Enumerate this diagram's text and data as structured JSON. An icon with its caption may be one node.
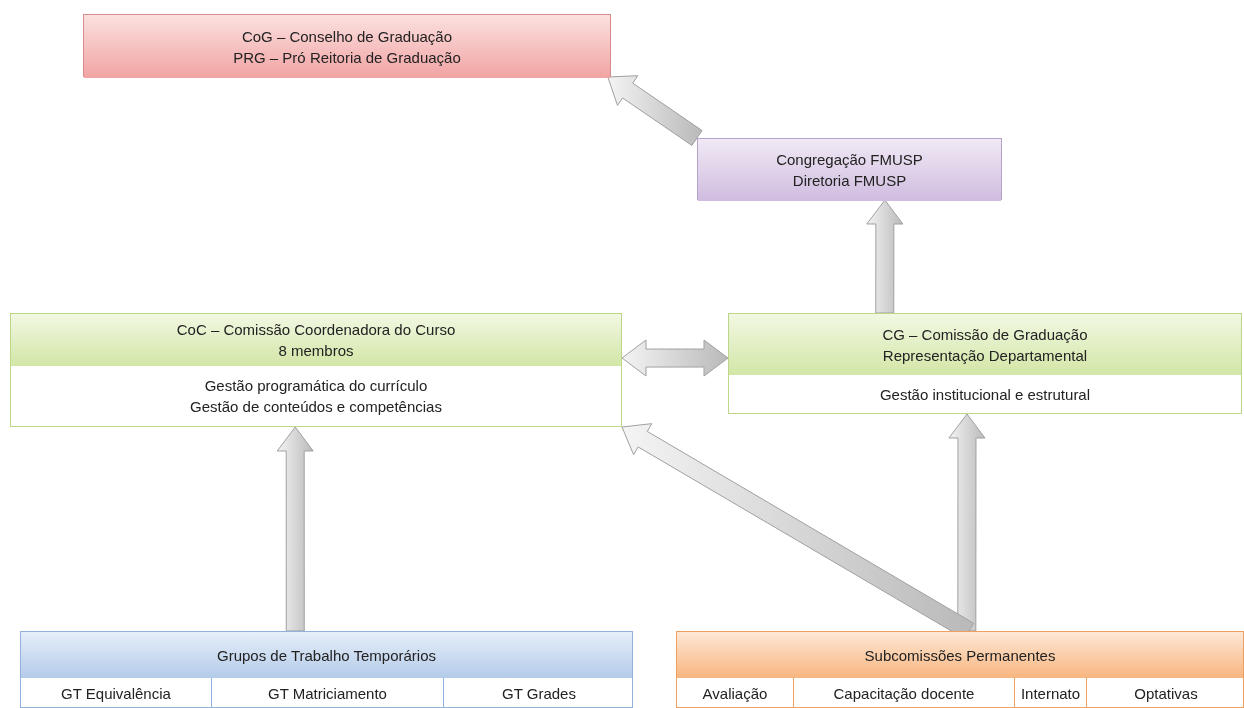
{
  "diagram": {
    "nodes": [
      {
        "text": [
          "CoG – Conselho de Graduação",
          "PRG – Pró Reitoria de Graduação"
        ]
      },
      {
        "text": [
          "Congregação FMUSP",
          "Diretoria FMUSP"
        ]
      },
      {
        "text": [
          "CoC – Comissão Coordenadora do Curso",
          "8 membros",
          "Gestão programática do currículo",
          "Gestão de conteúdos e competências"
        ]
      },
      {
        "text": [
          "CG – Comissão de Graduação",
          "Representação Departamental",
          "Gestão institucional e estrutural"
        ]
      },
      {
        "text": [
          "Grupos de Trabalho Temporários"
        ]
      },
      {
        "text": [
          "GT Equivalência"
        ],
        "in": 4
      },
      {
        "text": [
          "GT Matriciamento"
        ],
        "in": 4
      },
      {
        "text": [
          "GT Grades"
        ],
        "in": 4
      },
      {
        "text": [
          "Subcomissões Permanentes"
        ]
      },
      {
        "text": [
          "Avaliação"
        ],
        "in": 8
      },
      {
        "text": [
          "Capacitação docente"
        ],
        "in": 8
      },
      {
        "text": [
          "Internato"
        ],
        "in": 8
      },
      {
        "text": [
          "Optativas"
        ],
        "in": 8
      }
    ],
    "edges": [
      {
        "from": 1,
        "to": 0,
        "arrow": "to"
      },
      {
        "from": 3,
        "to": 1,
        "arrow": "to"
      },
      {
        "from": 2,
        "to": 3,
        "arrow": "both"
      },
      {
        "from": 4,
        "to": 2,
        "arrow": "to"
      },
      {
        "from": 8,
        "to": 3,
        "arrow": "to"
      },
      {
        "from": 8,
        "to": 2,
        "arrow": "to"
      }
    ]
  }
}
